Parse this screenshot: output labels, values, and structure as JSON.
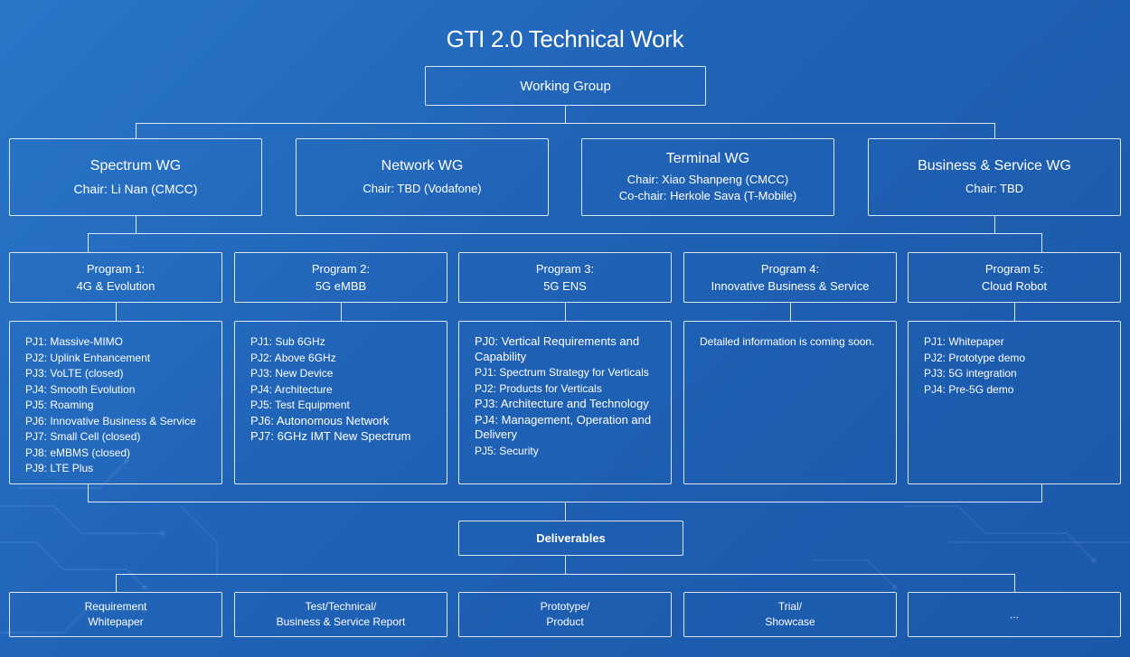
{
  "title": "GTI 2.0 Technical Work",
  "root": "Working Group",
  "working_groups": [
    {
      "name": "Spectrum WG",
      "chair_lines": [
        "Chair:  Li Nan  (CMCC)"
      ]
    },
    {
      "name": "Network WG",
      "chair_lines": [
        "Chair: TBD (Vodafone)"
      ]
    },
    {
      "name": "Terminal WG",
      "chair_lines": [
        "Chair: Xiao Shanpeng (CMCC)",
        "Co-chair: Herkole Sava (T-Mobile)"
      ]
    },
    {
      "name": "Business & Service WG",
      "chair_lines": [
        "Chair: TBD"
      ]
    }
  ],
  "programs": [
    {
      "label": "Program 1:",
      "name": "4G & Evolution",
      "projects": [
        "PJ1: Massive-MIMO",
        "PJ2: Uplink Enhancement",
        "PJ3: VoLTE (closed)",
        "PJ4: Smooth Evolution",
        "PJ5: Roaming",
        "PJ6: Innovative Business & Service",
        "PJ7: Small Cell (closed)",
        "PJ8: eMBMS (closed)",
        "PJ9: LTE Plus"
      ]
    },
    {
      "label": "Program 2:",
      "name": "5G eMBB",
      "projects": [
        "PJ1: Sub 6GHz",
        "PJ2: Above 6GHz",
        "PJ3: New Device",
        "PJ4: Architecture",
        "PJ5: Test Equipment",
        "PJ6: Autonomous Network",
        "PJ7: 6GHz IMT New Spectrum"
      ]
    },
    {
      "label": "Program 3:",
      "name": "5G ENS",
      "projects": [
        "PJ0: Vertical Requirements and Capability",
        "PJ1: Spectrum Strategy for Verticals",
        "PJ2: Products for Verticals",
        "PJ3: Architecture and Technology",
        "PJ4: Management, Operation and Delivery",
        "PJ5: Security"
      ]
    },
    {
      "label": "Program 4:",
      "name": "Innovative Business & Service",
      "projects": [
        "Detailed information is coming soon."
      ]
    },
    {
      "label": "Program 5:",
      "name": "Cloud Robot",
      "projects": [
        "PJ1: Whitepaper",
        "PJ2: Prototype demo",
        "PJ3: 5G integration",
        "PJ4: Pre-5G demo"
      ]
    }
  ],
  "deliverables_label": "Deliverables",
  "deliverables": [
    {
      "lines": [
        "Requirement",
        "Whitepaper"
      ]
    },
    {
      "lines": [
        "Test/Technical/",
        "Business & Service Report"
      ]
    },
    {
      "lines": [
        "Prototype/",
        "Product"
      ]
    },
    {
      "lines": [
        "Trial/",
        "Showcase"
      ]
    },
    {
      "lines": [
        "..."
      ]
    }
  ],
  "colors": {
    "background": "#1f62b6",
    "line": "#ffffff"
  }
}
